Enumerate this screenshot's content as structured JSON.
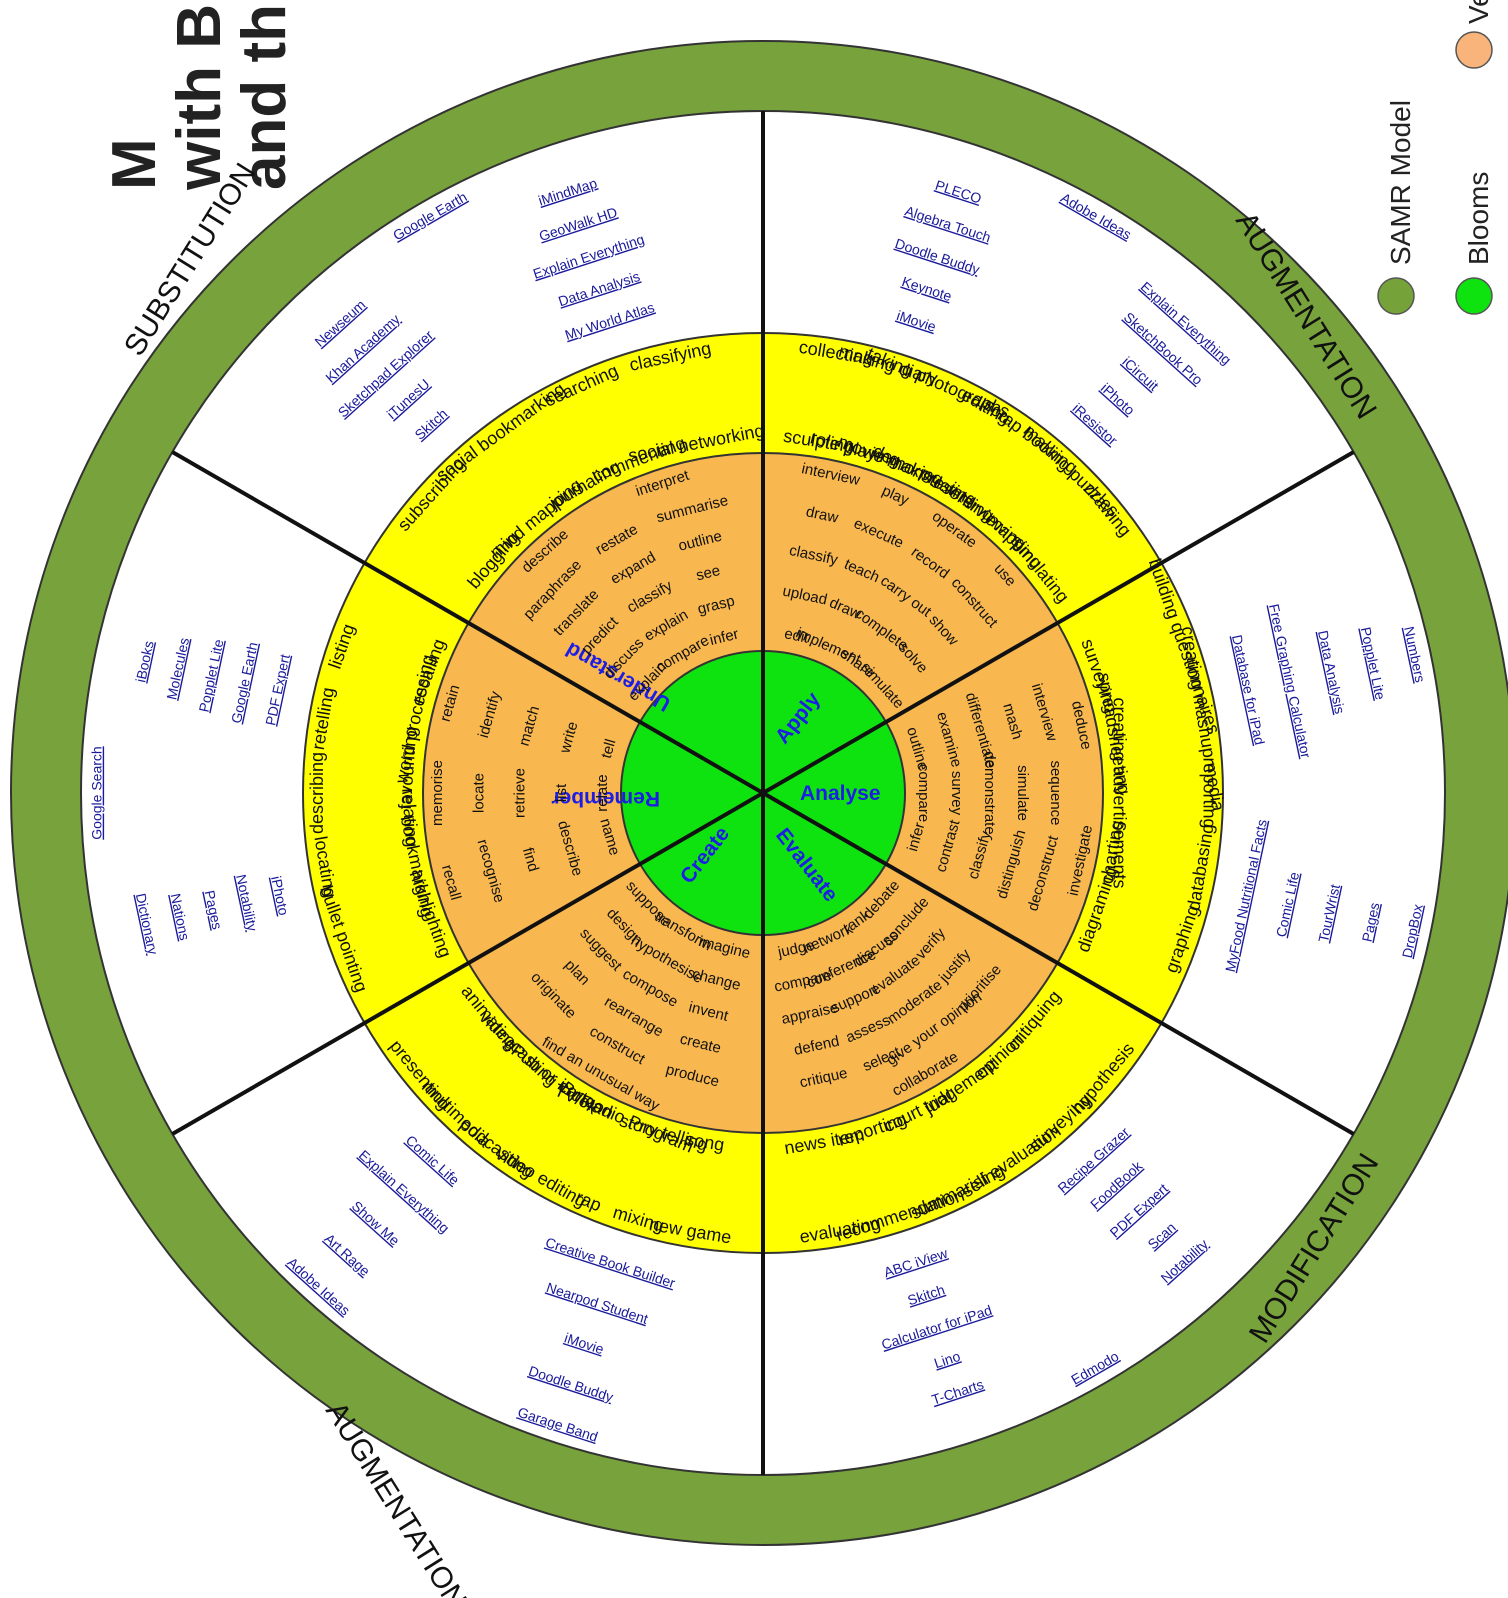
{
  "title_lines": [
    "M",
    "with B",
    "and th"
  ],
  "legend": [
    {
      "label": "SAMR Model",
      "color": "#76a23a"
    },
    {
      "label": "Blooms",
      "color": "#0fe30f"
    },
    {
      "label": "Ve",
      "color": "#f8b47a"
    }
  ],
  "samr_labels": {
    "substitution": "SUBSTITUTION",
    "augmentation_right": "AUGMENTATION",
    "modification": "MODIFICATION",
    "augmentation_left": "AUGMENTATION"
  },
  "blooms": [
    "Remember",
    "Understand",
    "Apply",
    "Analyse",
    "Evaluate",
    "Create"
  ],
  "colors": {
    "outer_ring": "#78a33c",
    "apps_ring": "#ffffff",
    "activities_ring": "#ffff00",
    "verbs_ring": "#f8b74f",
    "blooms_center": "#0fe30f",
    "blooms_text": "#1d1de6",
    "app_link": "#1a1a9a"
  },
  "verbs": {
    "remember": [
      "name",
      "relate",
      "tell",
      "describe",
      "list",
      "write",
      "find",
      "retrieve",
      "match",
      "recognise",
      "locate",
      "identify",
      "recall",
      "memorise",
      "retain"
    ],
    "understand": [
      "explain",
      "compare",
      "infer",
      "discuss",
      "explain",
      "grasp",
      "predict",
      "classify",
      "see",
      "translate",
      "expand",
      "outline",
      "paraphrase",
      "restate",
      "summarise",
      "describe",
      "interpret"
    ],
    "apply": [
      "edit",
      "implement",
      "share",
      "simulate",
      "upload",
      "draw",
      "complete",
      "solve",
      "classify",
      "teach",
      "carry out",
      "show",
      "draw",
      "execute",
      "record",
      "construct",
      "interview",
      "play",
      "operate",
      "use"
    ],
    "analyse": [
      "outline",
      "compare",
      "infer",
      "examine",
      "survey",
      "contrast",
      "differentiate",
      "demonstrate",
      "classify",
      "mash",
      "simulate",
      "distinguish",
      "interview",
      "sequence",
      "deconstruct",
      "deduce",
      "investigate"
    ],
    "evaluate": [
      "debate",
      "rank",
      "network",
      "judge",
      "conclude",
      "discuss",
      "conference",
      "compare",
      "verify",
      "evaluate",
      "support",
      "appraise",
      "justify",
      "moderate",
      "assess",
      "defend",
      "prioritise",
      "give your opinion",
      "select",
      "critique",
      "collaborate"
    ],
    "create": [
      "imagine",
      "transform",
      "suppose",
      "change",
      "hypothesise",
      "design",
      "invent",
      "compose",
      "suggest",
      "create",
      "rearrange",
      "plan",
      "produce",
      "construct",
      "originate",
      "find an unusual way"
    ]
  },
  "activities": {
    "remember": [
      "highlighting",
      "bookmarking",
      "relating",
      "favouriting",
      "word processing",
      "recalling",
      "bullet pointing",
      "locating",
      "describing",
      "retelling",
      "listing"
    ],
    "understand": [
      "blogging",
      "mind mapping",
      "journaling",
      "commenting",
      "social networking",
      "subscribing",
      "social bookmarking",
      "searching",
      "classifying"
    ],
    "apply": [
      "sculpting",
      "role playing",
      "movie making",
      "demonstrating",
      "presenting",
      "interviewing",
      "mapping",
      "simulating",
      "collecting",
      "making diary",
      "taking photographs",
      "editing",
      "scrap booking",
      "making puzzles",
      "drawing"
    ],
    "analyse": [
      "surveying",
      "spreadsheeting",
      "creating advertisements",
      "charting",
      "diagraming",
      "building questionnaires",
      "creating mashup media",
      "reporting",
      "databasing",
      "graphing"
    ],
    "evaluate": [
      "critiquing",
      "opinion",
      "judgement",
      "court trial",
      "reporting",
      "news item",
      "hypothesis",
      "surveying",
      "self evaluation",
      "summarising",
      "recommendation",
      "evaluating"
    ],
    "create": [
      "song",
      "story telling",
      "TV/Radio Program",
      "cartoon",
      "ePub or iBook",
      "videocasting",
      "animating",
      "new game",
      "mixing",
      "rap",
      "video editing",
      "podcasting",
      "multimedia",
      "presenting"
    ]
  },
  "apps": {
    "remember": [
      "iPhoto",
      "PDF Expert",
      "Notability",
      "Google Earth",
      "Pages",
      "Popplet Lite",
      "Nations",
      "Molecules",
      "Dictionary",
      "iBooks",
      "Google Search"
    ],
    "understand": [
      "Skitch",
      "My World Atlas",
      "iTunesU",
      "Data Analysis",
      "Sketchpad Explorer",
      "Explain Everything",
      "Khan Academy",
      "GeoWalk HD",
      "Newseum",
      "iMindMap",
      "Google Earth"
    ],
    "apply": [
      "iMovie",
      "iResistor",
      "Keynote",
      "iPhoto",
      "Doodle Buddy",
      "iCircuit",
      "Algebra Touch",
      "SketchBook Pro",
      "PLECO",
      "Explain Everything",
      "Adobe Ideas"
    ],
    "analyse": [
      "Database for iPad",
      "MyFood Nutritional Facts",
      "Free Graphing Calculator",
      "Comic Life",
      "Data Analysis",
      "TourWrist",
      "Popplet Lite",
      "Pages",
      "Numbers",
      "DropBox"
    ],
    "evaluate": [
      "Recipe Grazer",
      "ABC iView",
      "FoodBook",
      "Skitch",
      "PDF Expert",
      "Calculator for iPad",
      "Scan",
      "Lino",
      "Notability",
      "T-Charts",
      "Edmodo"
    ],
    "create": [
      "Creative Book Builder",
      "Comic Life",
      "Nearpod Student",
      "Explain Everything",
      "iMovie",
      "Show Me",
      "Doodle Buddy",
      "Art Rage",
      "Garage Band",
      "Adobe Ideas"
    ]
  }
}
